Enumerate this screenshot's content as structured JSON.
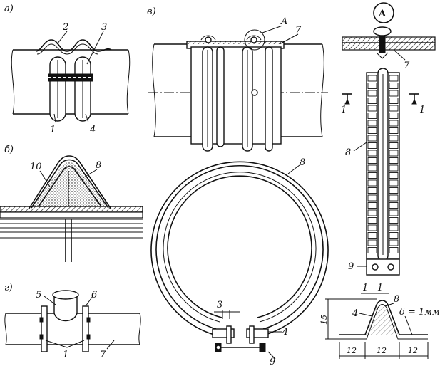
{
  "panels": {
    "a": "а)",
    "b": "б)",
    "v": "в)",
    "g": "г)"
  },
  "callouts": {
    "a": [
      "2",
      "3",
      "1",
      "4"
    ],
    "b": [
      "10",
      "8"
    ],
    "v_top": [
      "A",
      "7"
    ],
    "detail_A": [
      "A",
      "7"
    ],
    "section_marks": [
      "1",
      "1"
    ],
    "strip": [
      "8",
      "9"
    ],
    "ring": [
      "8",
      "3",
      "4",
      "9"
    ],
    "g": [
      "5",
      "6",
      "1",
      "7"
    ]
  },
  "section": {
    "title": "1 - 1",
    "label_4": "4",
    "label_8": "8",
    "height_dim": "15",
    "thickness": "δ = 1мм",
    "widths": [
      "12",
      "12",
      "12"
    ]
  },
  "colors": {
    "line": "#111111",
    "paper": "#ffffff"
  }
}
